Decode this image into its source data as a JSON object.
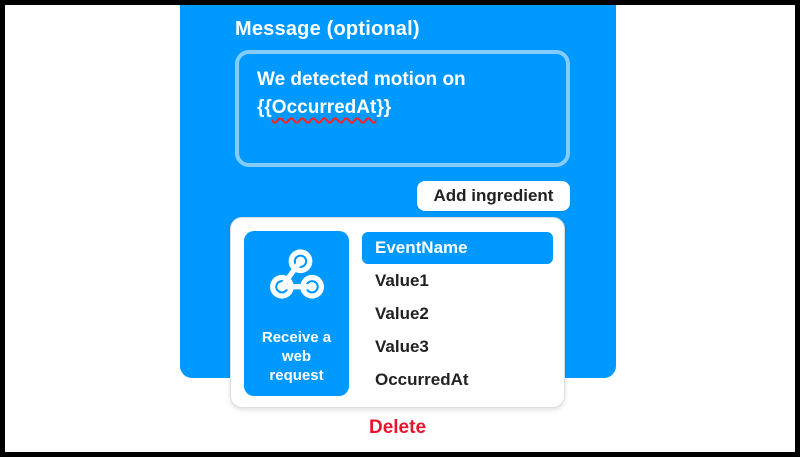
{
  "colors": {
    "accent_blue": "#0099FF",
    "textarea_border_blue": "#84CCF9",
    "delete_red": "#E8162B",
    "text_dark": "#222222",
    "spellcheck_squiggle_red": "#FF2020"
  },
  "action_panel": {
    "message_field": {
      "label": "Message (optional)",
      "value_text": "We detected motion on",
      "token_open": "{{",
      "token_word": "OccurredAt",
      "token_close": "}}"
    },
    "add_ingredient_button": {
      "label": "Add ingredient"
    }
  },
  "ingredient_picker": {
    "trigger_tile": {
      "label": "Receive a web request",
      "icon": "webhooks-icon"
    },
    "items": [
      {
        "label": "EventName",
        "selected": true
      },
      {
        "label": "Value1",
        "selected": false
      },
      {
        "label": "Value2",
        "selected": false
      },
      {
        "label": "Value3",
        "selected": false
      },
      {
        "label": "OccurredAt",
        "selected": false
      }
    ]
  },
  "delete_button": {
    "label": "Delete"
  }
}
